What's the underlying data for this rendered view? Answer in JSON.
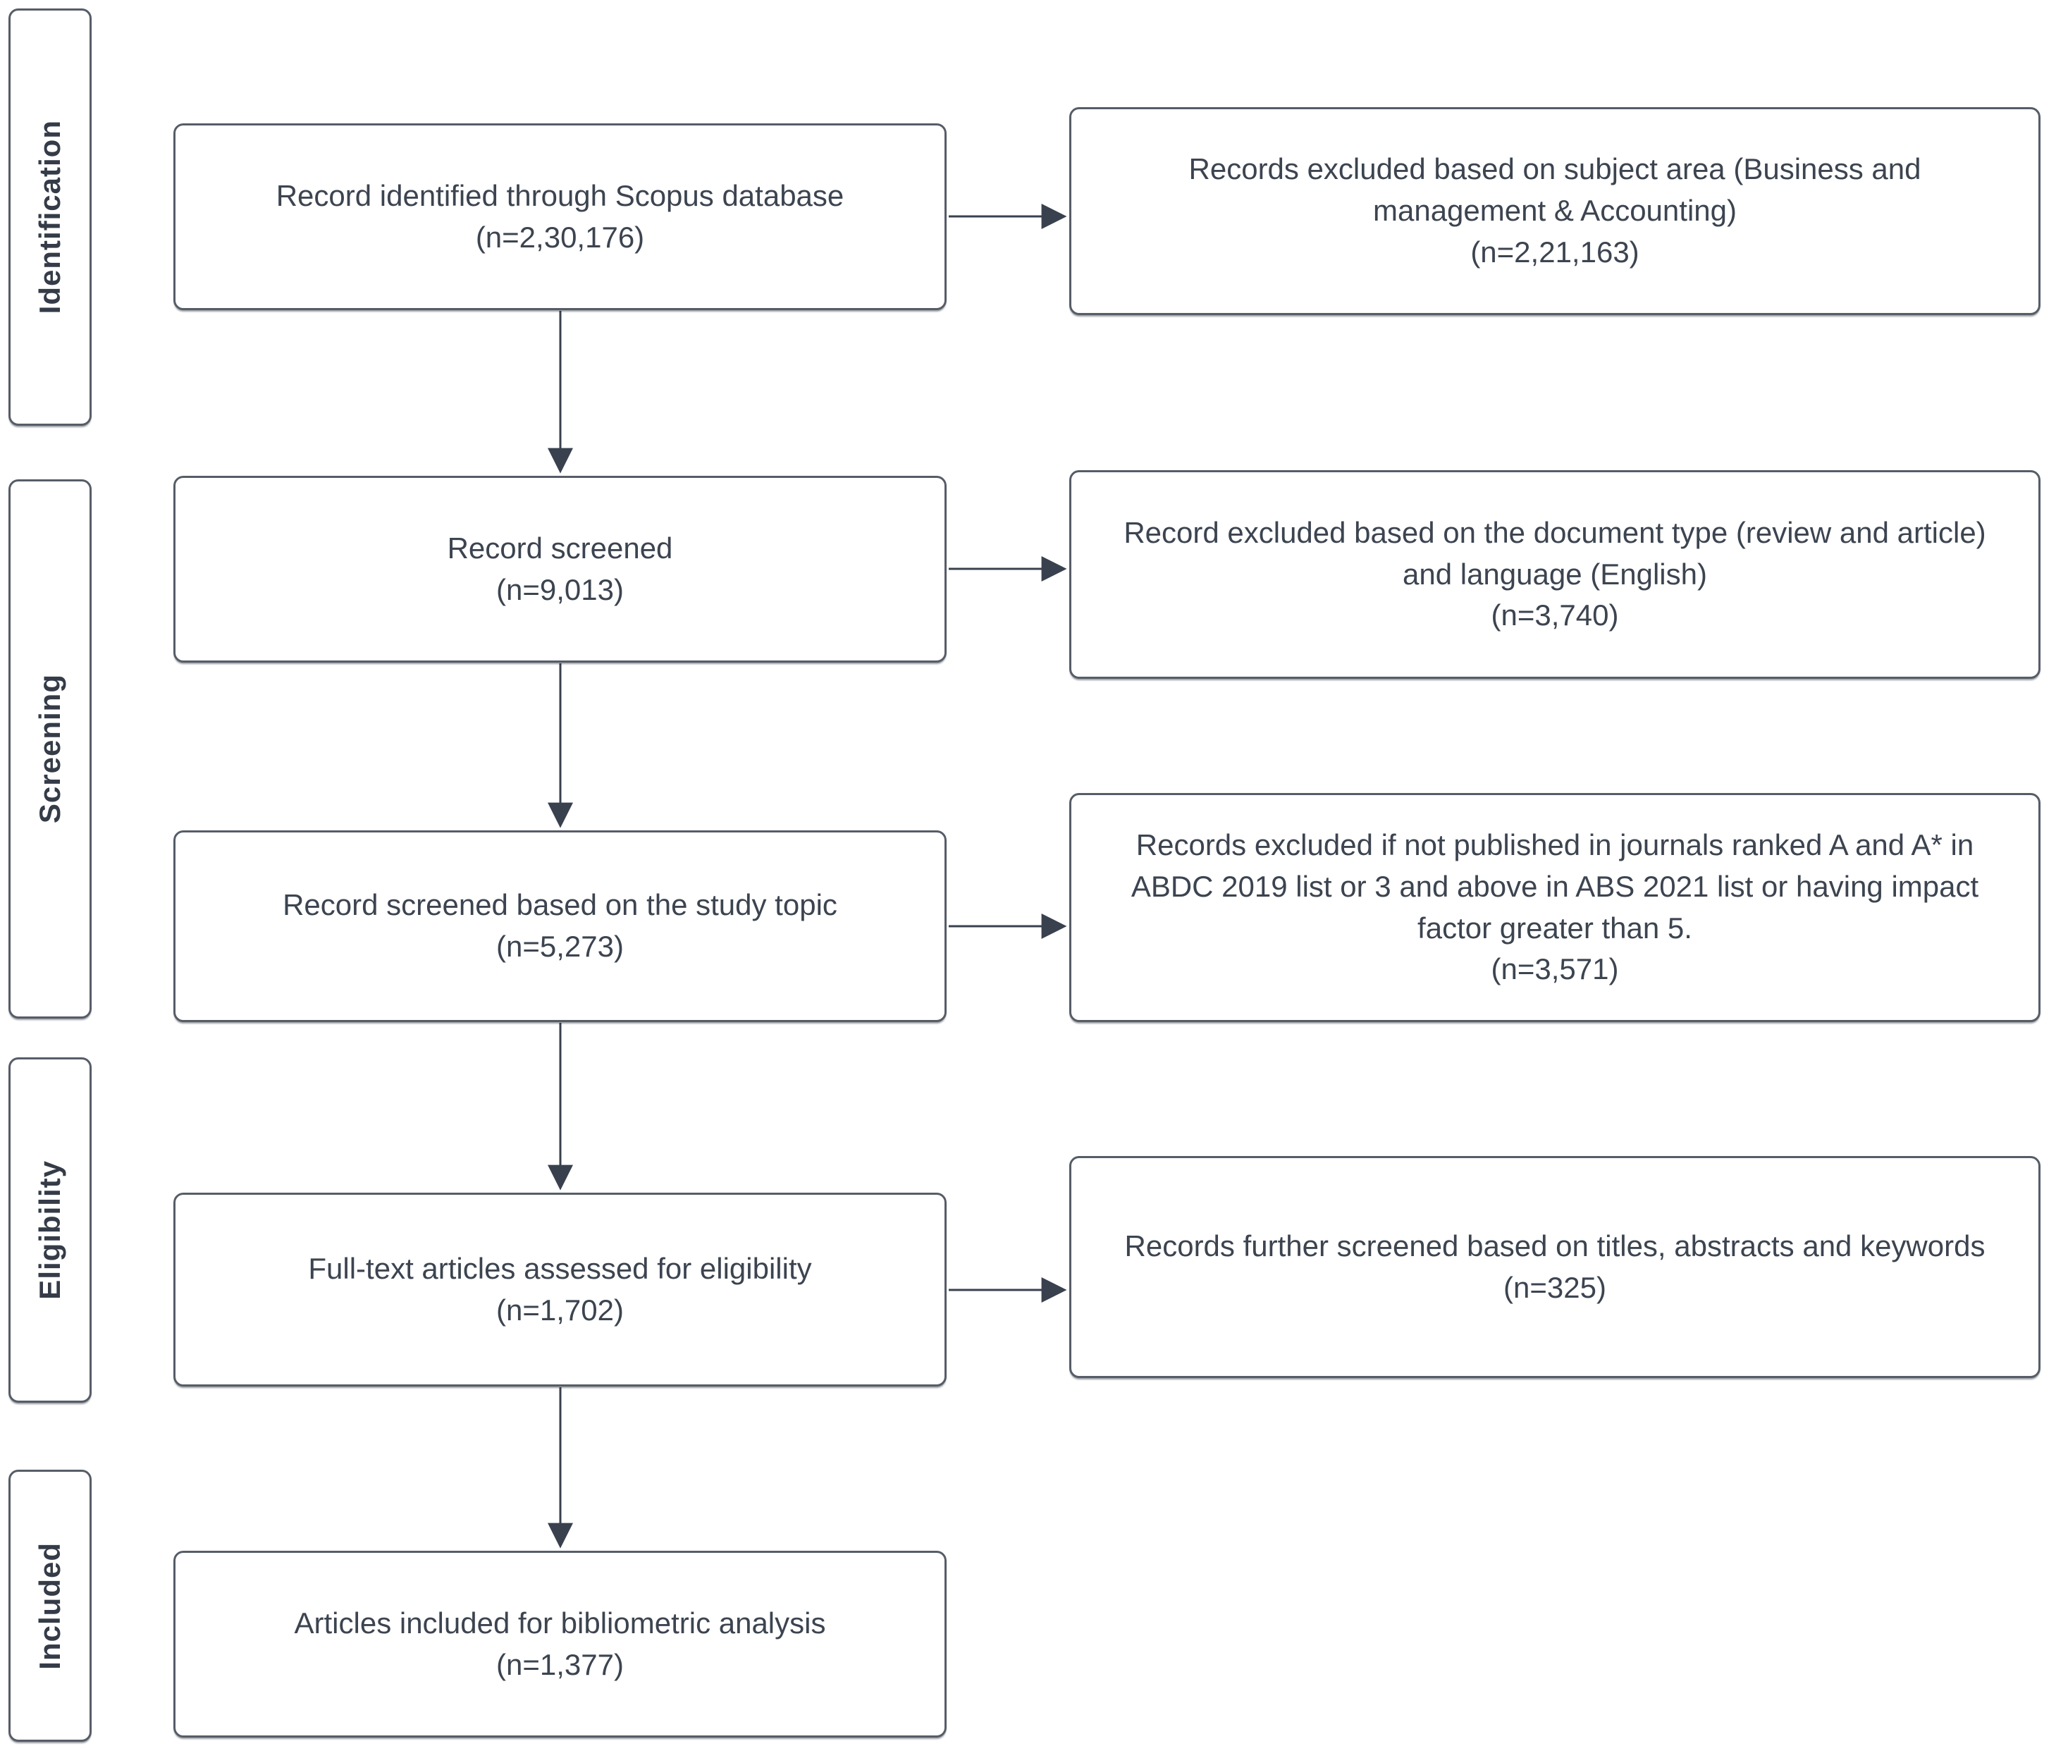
{
  "flow": {
    "stages": [
      "Identification",
      "Screening",
      "Eligibility",
      "Included"
    ],
    "main": [
      {
        "text": "Record identified through Scopus database",
        "count": "(n=2,30,176)"
      },
      {
        "text": "Record screened",
        "count": "(n=9,013)"
      },
      {
        "text": "Record screened based on the study topic",
        "count": "(n=5,273)"
      },
      {
        "text": "Full-text articles assessed for eligibility",
        "count": "(n=1,702)"
      },
      {
        "text": "Articles included for bibliometric analysis",
        "count": "(n=1,377)"
      }
    ],
    "exclusions": [
      {
        "text": "Records excluded based on subject area (Business and management & Accounting)",
        "count": "(n=2,21,163)"
      },
      {
        "text": "Record excluded based on the document type (review and article) and language (English)",
        "count": "(n=3,740)"
      },
      {
        "text": "Records excluded if not published in journals ranked A and A* in ABDC 2019 list or 3 and above in ABS 2021 list or having impact factor greater than 5.",
        "count": "(n=3,571)"
      },
      {
        "text": "Records further screened based on titles, abstracts and keywords",
        "count": "(n=325)"
      }
    ],
    "colors": {
      "background": "#ffffff",
      "box_fill": "#ffffff",
      "box_border": "#565d68",
      "arrow": "#39414e",
      "text": "#3c4450"
    }
  }
}
